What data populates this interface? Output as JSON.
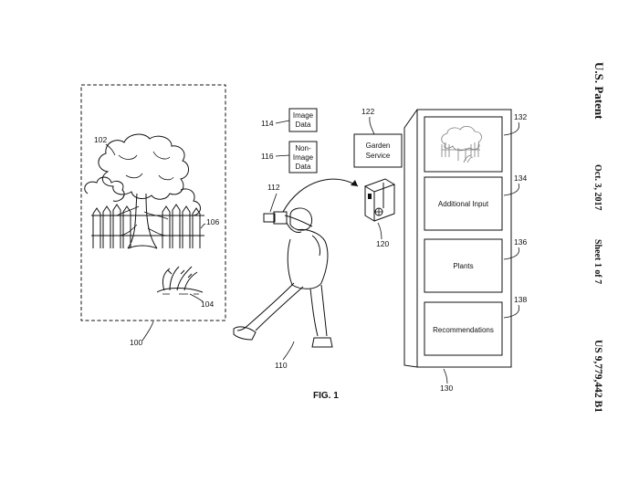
{
  "header": {
    "publication": "U.S. Patent",
    "date": "Oct. 3, 2017",
    "sheet": "Sheet 1 of 7",
    "number": "US 9,779,442 B1"
  },
  "figure": {
    "caption": "FIG. 1",
    "refs": {
      "r100": "100",
      "r102": "102",
      "r104": "104",
      "r106": "106",
      "r110": "110",
      "r112": "112",
      "r114": "114",
      "r116": "116",
      "r120": "120",
      "r122": "122",
      "r130": "130",
      "r132": "132",
      "r134": "134",
      "r136": "136",
      "r138": "138"
    },
    "boxes": {
      "image_data": [
        "Image",
        "Data"
      ],
      "non_image_data": [
        "Non-",
        "Image",
        "Data"
      ],
      "garden_service": [
        "Garden",
        "Service"
      ],
      "additional_input": "Additional Input",
      "plants": "Plants",
      "recommendations": "Recommendations"
    }
  }
}
